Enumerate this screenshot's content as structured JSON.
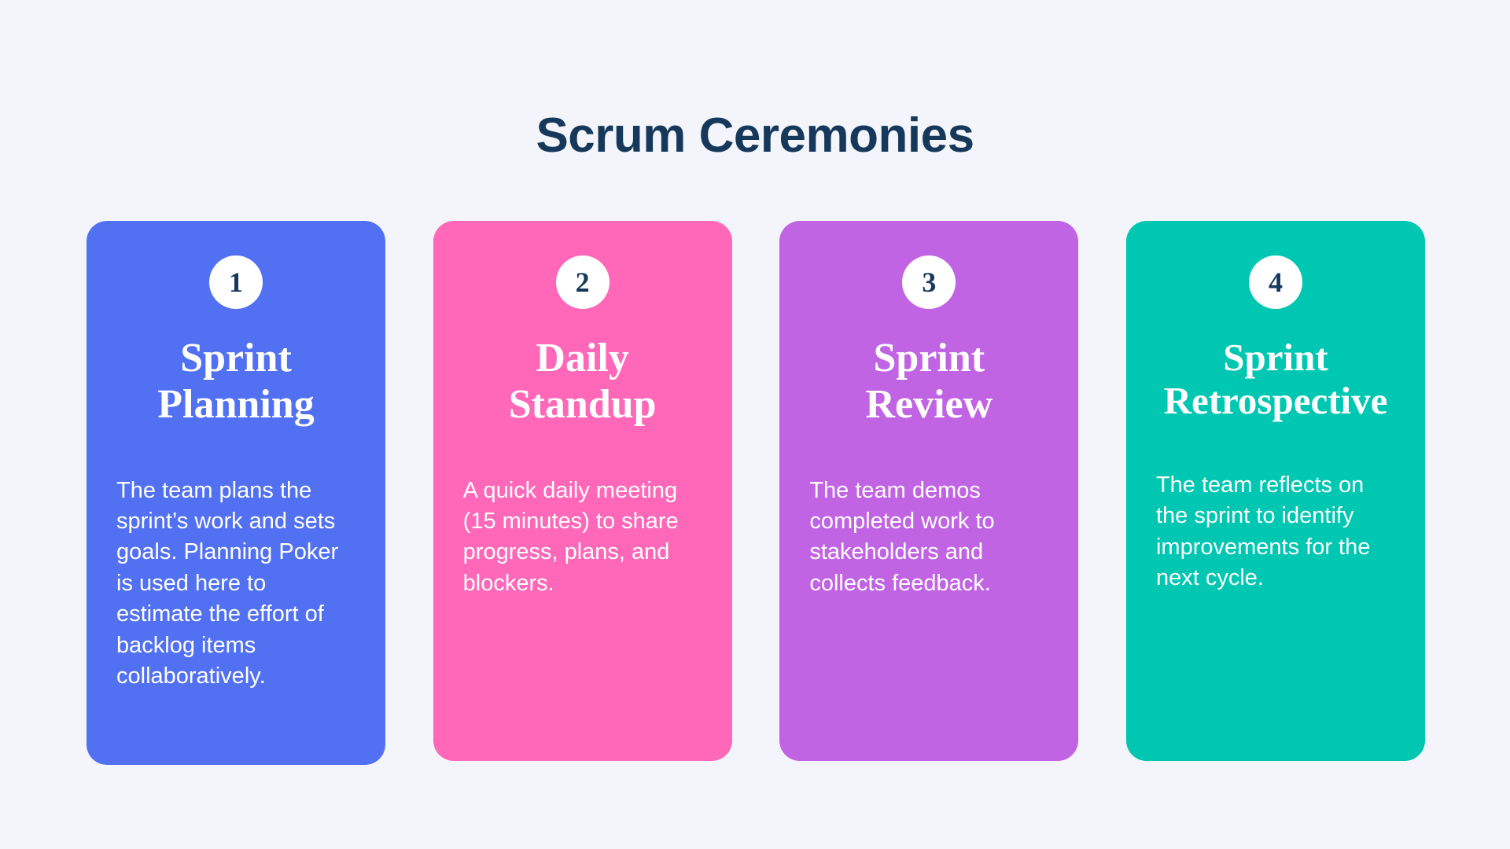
{
  "slide": {
    "title": "Scrum Ceremonies",
    "background_color": "#f4f5fa",
    "title_color": "#16395b"
  },
  "cards": [
    {
      "number": "1",
      "heading": "Sprint Planning",
      "body": "The team plans the sprint’s work and sets goals. Planning Poker is used here to estimate the effort of backlog items collaboratively.",
      "color": "#5271f2"
    },
    {
      "number": "2",
      "heading": "Daily Standup",
      "body": "A quick daily meeting (15 minutes) to share progress, plans, and blockers.",
      "color": "#ff68b8"
    },
    {
      "number": "3",
      "heading": "Sprint Review",
      "body": "The team demos completed work to stakeholders and collects feedback.",
      "color": "#c164e4"
    },
    {
      "number": "4",
      "heading": "Sprint Retrospective",
      "body": "The team reflects on the sprint to identify improvements for the next cycle.",
      "color": "#00c7b2"
    }
  ]
}
